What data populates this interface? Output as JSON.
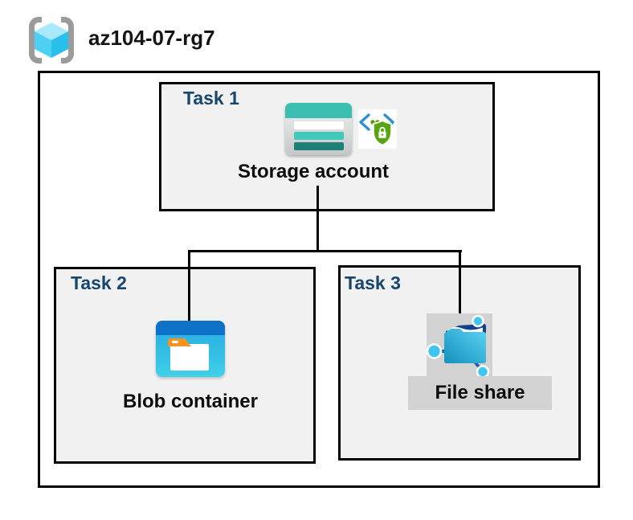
{
  "page": {
    "type": "azure-lab-architecture-diagram",
    "resource_group": "az104-07-rg7"
  },
  "tasks": [
    {
      "label": "Task 1",
      "resource": "Storage account",
      "icons": [
        "storage-account-icon",
        "secure-access-code-lock-icon"
      ]
    },
    {
      "label": "Task 2",
      "resource": "Blob container",
      "icons": [
        "blob-container-icon"
      ]
    },
    {
      "label": "Task 3",
      "resource": "File share",
      "icons": [
        "file-share-icon"
      ]
    }
  ],
  "connections": [
    {
      "from": "Storage account",
      "to": "Blob container"
    },
    {
      "from": "Storage account",
      "to": "File share"
    }
  ],
  "colors": {
    "task_label": "#17476E",
    "task_box_fill": "#F1F1F1",
    "box_border": "#000000",
    "highlight_gray": "#D2D2D2",
    "storage_teal": "#3BBFB1",
    "storage_teal_dark": "#1F8078",
    "blob_titlebar_blue": "#0E71C8",
    "blob_body_blue": "#29A9E2",
    "folder_tab_orange": "#F6941E",
    "file_share_cyan": "#3FC6F0",
    "shield_green": "#57A50F",
    "code_bracket_blue": "#2F8FD4",
    "rg_bracket_gray": "#9B9B9B",
    "rg_cube_top": "#A8E9FA",
    "rg_cube_left": "#4ED0F3",
    "rg_cube_right": "#29C0EC"
  }
}
